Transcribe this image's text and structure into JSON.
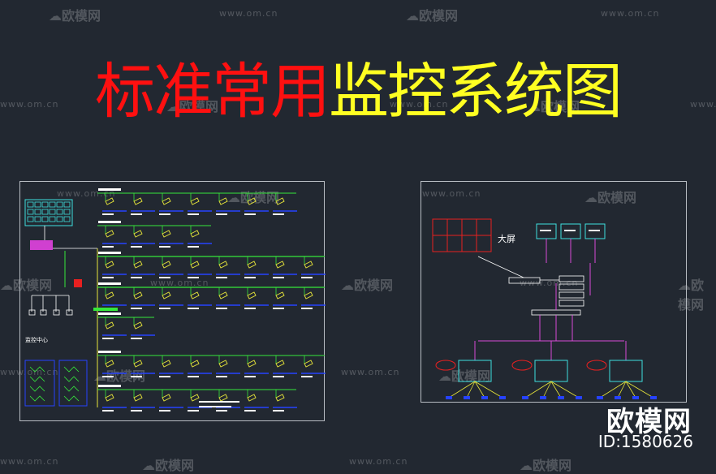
{
  "title": {
    "red_part": "标准常用",
    "yellow_part": "监控系统图"
  },
  "right_diagram": {
    "display_label": "大屏",
    "camera_clusters": 3
  },
  "left_diagram": {
    "section_label": "监控中心"
  },
  "brand": {
    "name": "欧模网",
    "id": "ID:1580626"
  },
  "watermark": {
    "url": "www.om.cn",
    "logo": "欧模网"
  },
  "colors": {
    "title_red": "#ff1010",
    "title_yellow": "#ffff22",
    "line_green": "#36e83b",
    "line_yellow": "#e8e63a",
    "line_magenta": "#d84ad8",
    "camera_blue": "#2642ff",
    "cyan": "#3fe0e0"
  }
}
